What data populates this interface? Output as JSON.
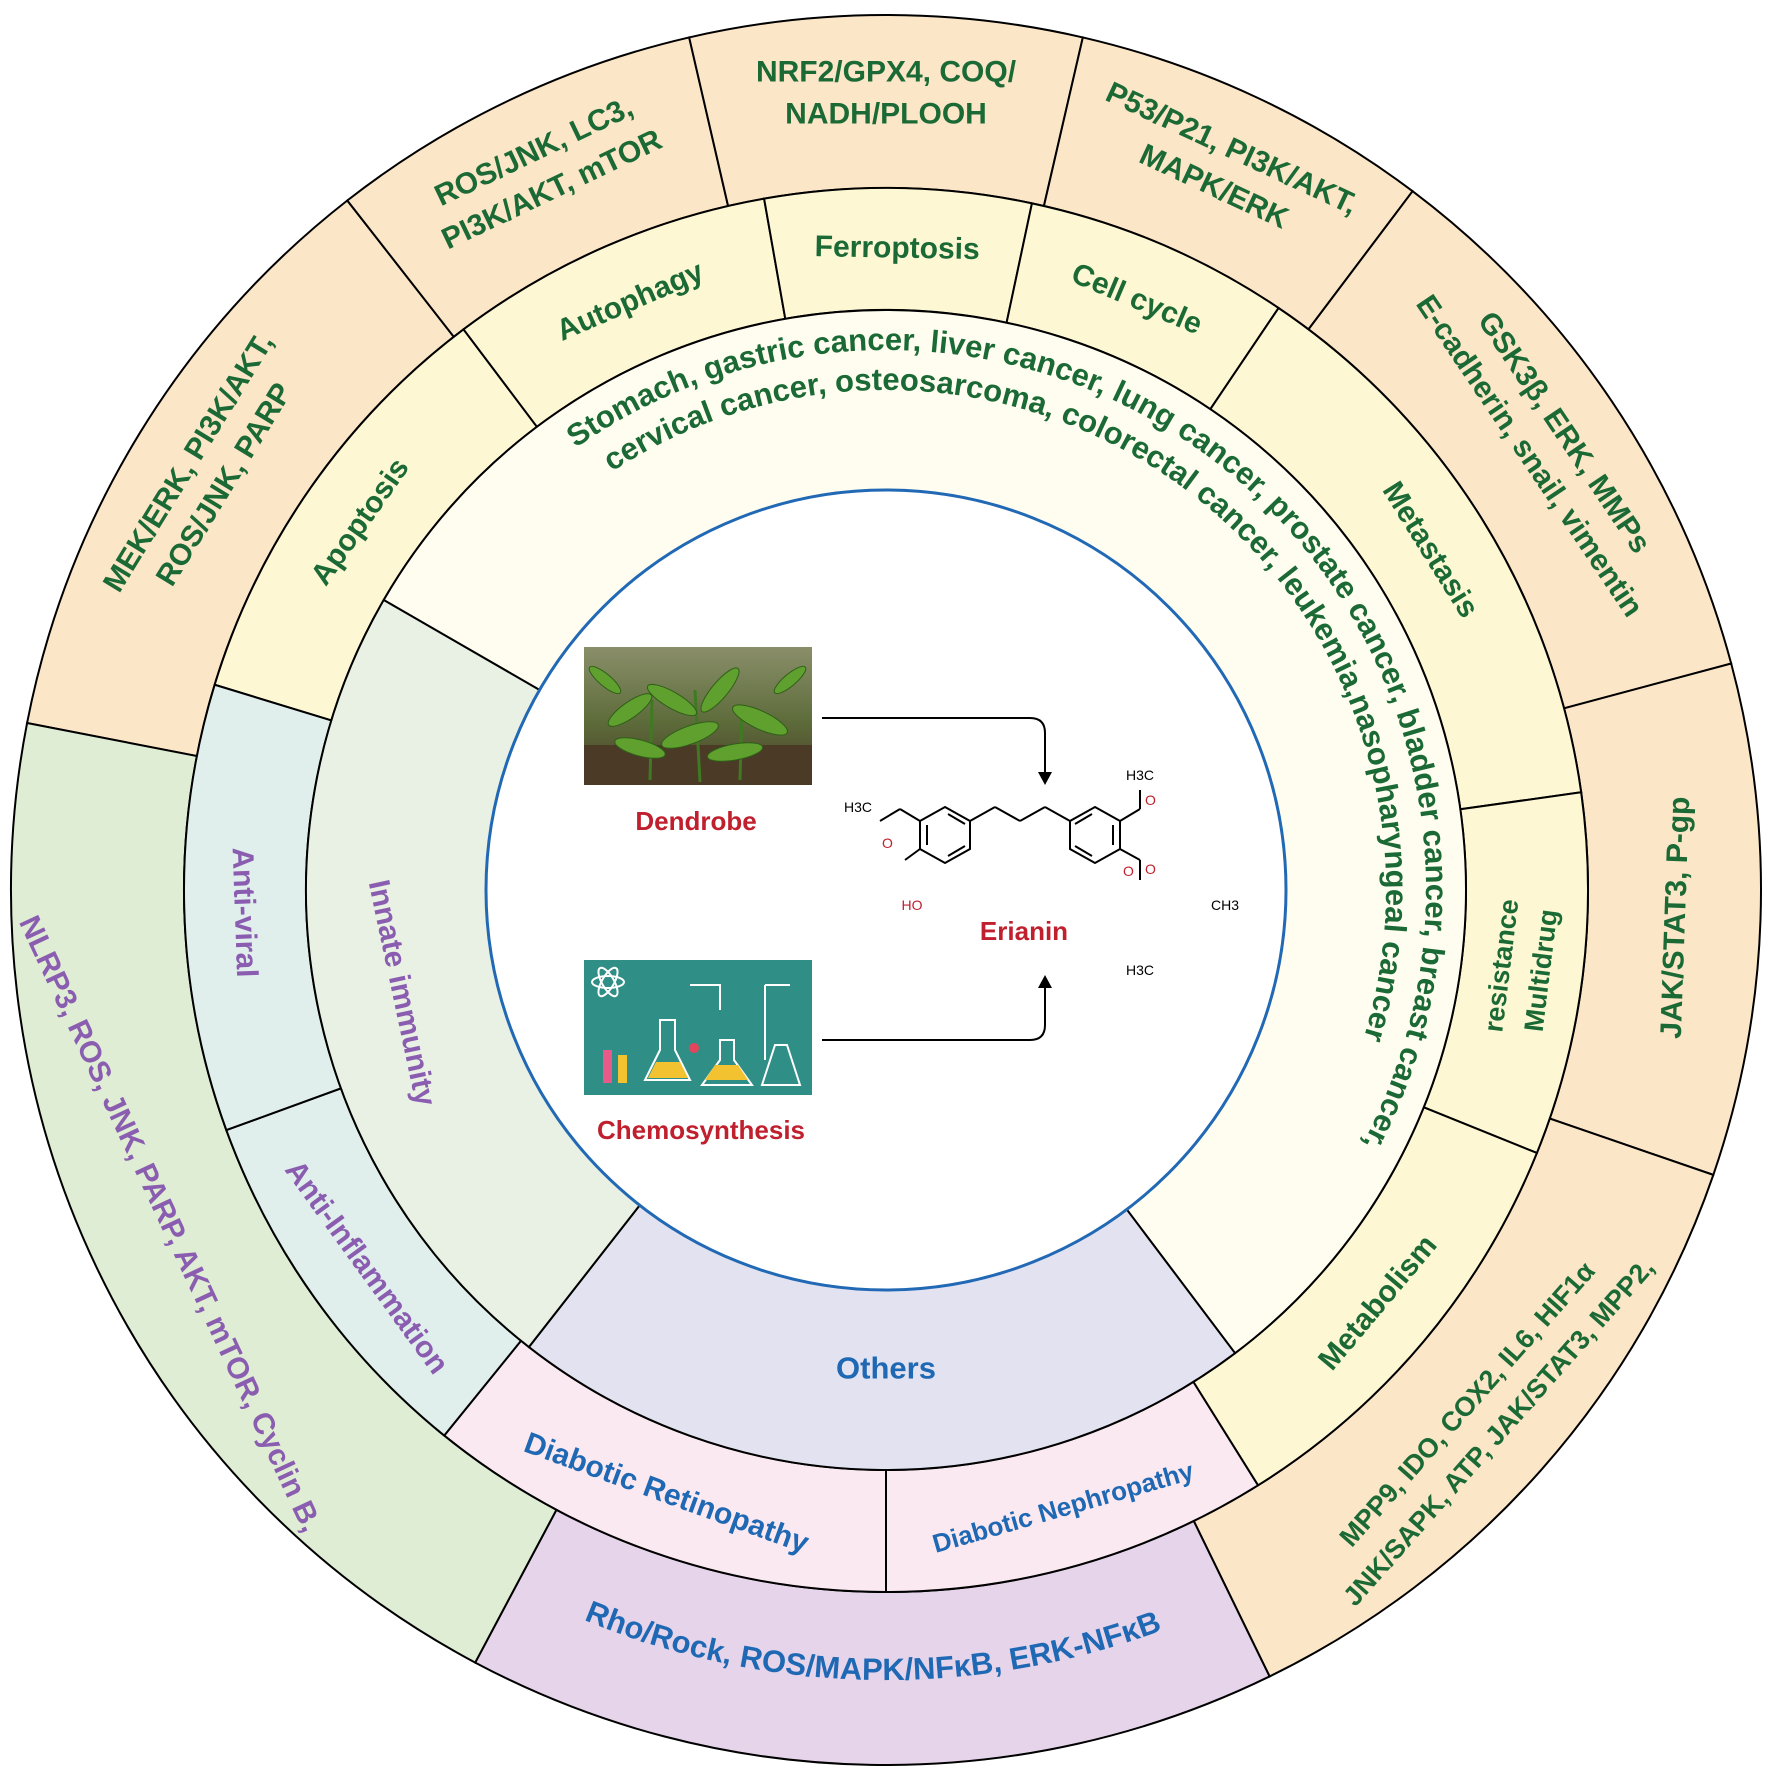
{
  "colors": {
    "green_text": "#1b6a35",
    "purple_text": "#8a5db0",
    "blue_text": "#1f68b3",
    "red_text": "#c0202e",
    "blue_ring": "#2169b5",
    "cancer_outer": "#fbe6c8",
    "cancer_middle": "#fdf7d4",
    "cancer_inner": "#fffdf0",
    "immunity_outer": "#deedd4",
    "immunity_middle": "#e0efec",
    "immunity_inner": "#e8f1e3",
    "others_outer": "#e6d4ea",
    "others_middle": "#fbe9f1",
    "others_inner": "#e3e2f1"
  },
  "center": {
    "plant_label": "Dendrobe",
    "synthesis_label": "Chemosynthesis",
    "compound_label": "Erianin",
    "atoms": {
      "methyl_top": "H3C",
      "methyl_left": "H3C",
      "methyl_right": "CH3",
      "methyl_bottom": "H3C",
      "oxygen": "O",
      "hydroxyl": "HO"
    },
    "plant_image_icon": "plant-photo-icon",
    "synthesis_image_icon": "lab-glassware-icon"
  },
  "cancer": {
    "line1": "Stomach, gastric cancer, liver cancer, lung cancer, prostate cancer, bladder cancer, breast cancer,",
    "line2": "cervical cancer, osteosarcoma, colorectal cancer, leukemia,nasopharyngeal cancer",
    "categories": [
      {
        "name": "Apoptosis",
        "pathways": [
          "MEK/ERK, PI3K/AKT,",
          "ROS/JNK, PARP"
        ]
      },
      {
        "name": "Autophagy",
        "pathways": [
          "ROS/JNK, LC3,",
          "PI3K/AKT, mTOR"
        ]
      },
      {
        "name": "Ferroptosis",
        "pathways": [
          "NRF2/GPX4, COQ/",
          "NADH/PLOOH"
        ]
      },
      {
        "name": "Cell cycle",
        "pathways": [
          "P53/P21, PI3K/AKT,",
          "MAPK/ERK"
        ]
      },
      {
        "name": "Metastasis",
        "pathways": [
          "GSK3β, ERK, MMPs",
          "E-cadherin, snail, vimentin"
        ]
      },
      {
        "name_lines": [
          "Multidrug",
          "resistance"
        ],
        "pathways": [
          "JAK/STAT3, P-gp"
        ]
      },
      {
        "name": "Metabolism",
        "pathways": [
          "JNK/SAPK, ATP, JAK/STAT3, MPP2,",
          "MPP9,  IDO, COX2, IL6, HIF1α"
        ]
      }
    ]
  },
  "immunity": {
    "name": "Innate immunity",
    "sub": [
      "Anti-viral",
      "Anti-Inflammation"
    ],
    "pathways": "NLRP3, ROS, JNK, PARP, AKT, mTOR, Cyclin B,"
  },
  "others": {
    "name": "Others",
    "sub": [
      "Diabotic Retinopathy",
      "Diabotic Nephropathy"
    ],
    "pathways": "Rho/Rock, ROS/MAPK/NFκB, ERK-NFκB"
  }
}
